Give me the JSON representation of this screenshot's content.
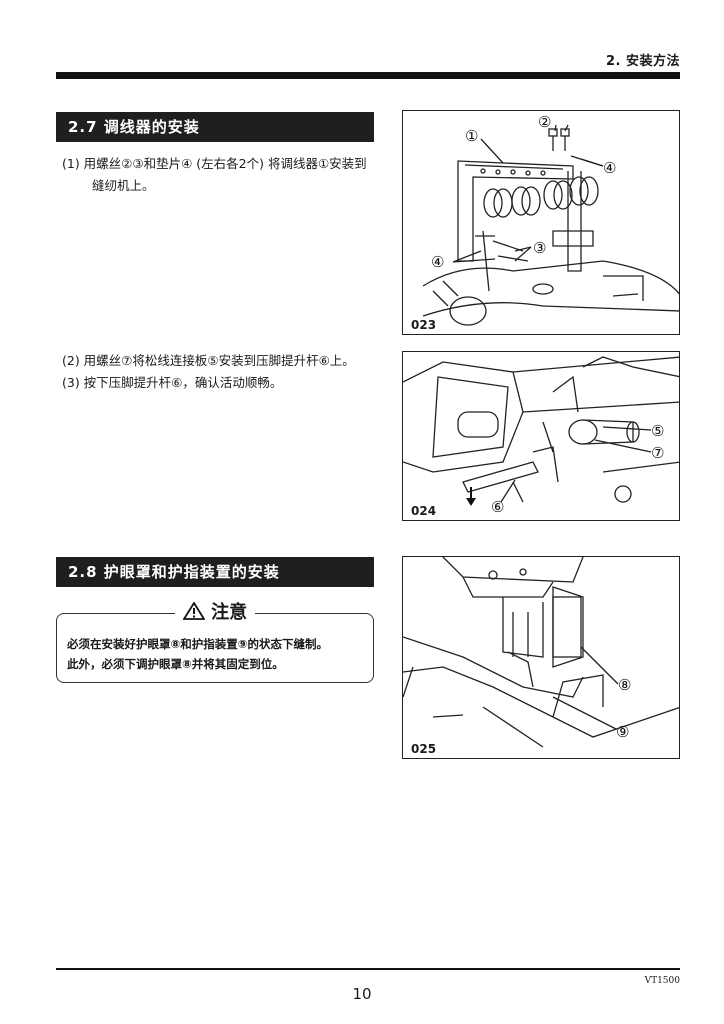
{
  "header": {
    "chapter": "2. 安装方法"
  },
  "section_27": {
    "heading": "2.7  调线器的安装",
    "step1_line1": "(1) 用螺丝②③和垫片④ (左右各2个) 将调线器①安装到",
    "step1_line2": "缝纫机上。",
    "step2": "(2) 用螺丝⑦将松线连接板⑤安装到压脚提升杆⑥上。",
    "step3": "(3) 按下压脚提升杆⑥，确认活动顺畅。"
  },
  "section_28": {
    "heading": "2.8  护眼罩和护指装置的安装",
    "caution_title": "注意",
    "caution_line1": "必须在安装好护眼罩⑧和护指装置⑨的状态下缝制。",
    "caution_line2": "此外，必须下调护眼罩⑧并将其固定到位。"
  },
  "figures": [
    {
      "id": "023",
      "callouts": [
        "①",
        "②",
        "③",
        "④",
        "④"
      ]
    },
    {
      "id": "024",
      "callouts": [
        "⑤",
        "⑦",
        "⑥"
      ]
    },
    {
      "id": "025",
      "callouts": [
        "⑧",
        "⑨"
      ]
    }
  ],
  "footer": {
    "model": "VT1500",
    "page": "10"
  }
}
